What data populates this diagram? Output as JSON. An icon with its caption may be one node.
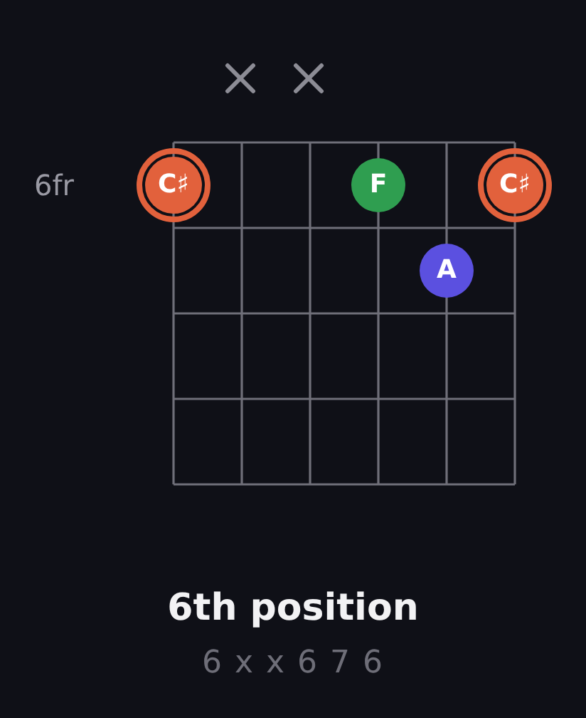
{
  "diagram": {
    "caption": "6th position",
    "nodes": [
      {
        "text": [
          "C♯"
        ]
      },
      {
        "text": [
          "F"
        ]
      },
      {
        "text": [
          "C♯"
        ]
      },
      {
        "text": [
          "A"
        ]
      }
    ],
    "labels": [
      "6fr",
      "6 x x 6 7 6"
    ]
  }
}
